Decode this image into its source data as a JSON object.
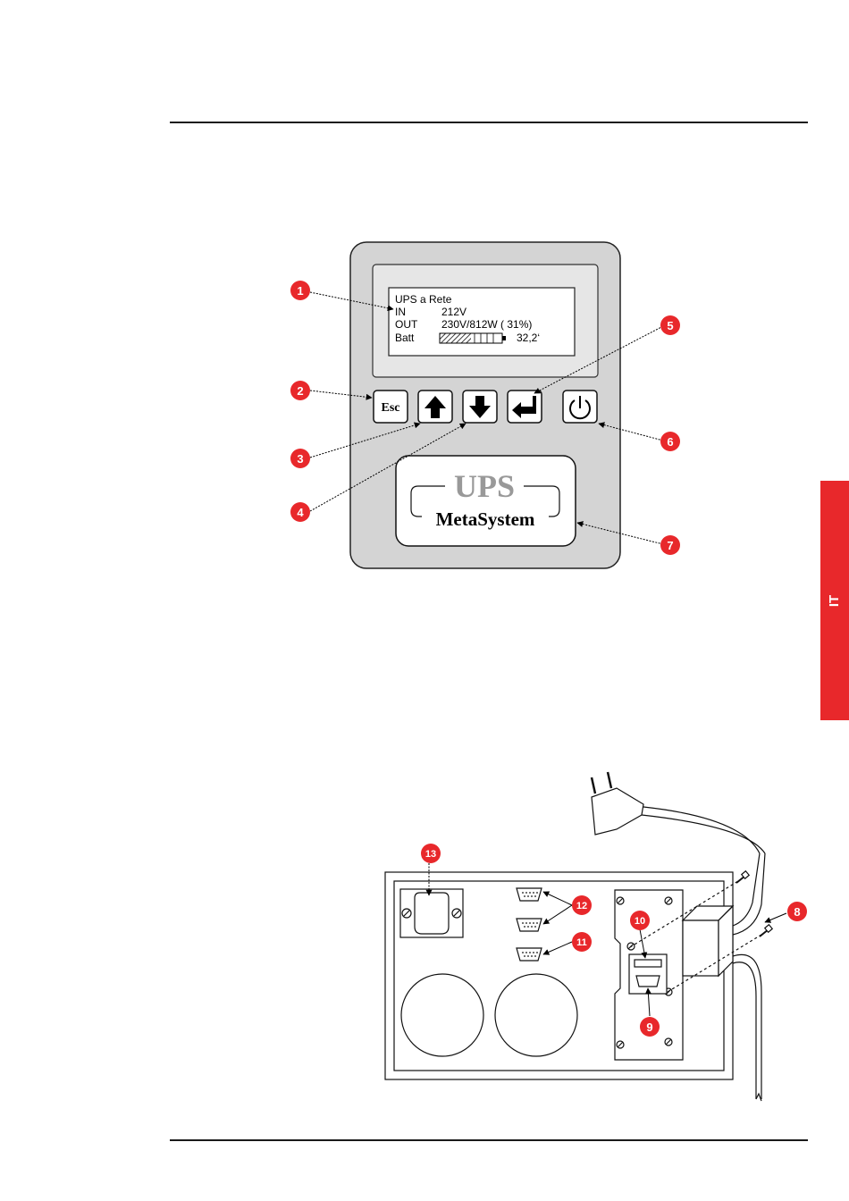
{
  "side_tab": {
    "label": "IT"
  },
  "panel": {
    "display": {
      "line1": "UPS a Rete",
      "line2_label": "IN",
      "line2_value": "212V",
      "line3_label": "OUT",
      "line3_value": "230V/812W ( 31%)",
      "line4_label": "Batt",
      "line4_value": "32,2‘",
      "battery_fill": 0.5
    },
    "buttons": {
      "esc": "Esc"
    },
    "logo": {
      "ups": "UPS",
      "brand": "MetaSystem"
    }
  },
  "callouts": {
    "c1": "1",
    "c2": "2",
    "c3": "3",
    "c4": "4",
    "c5": "5",
    "c6": "6",
    "c7": "7",
    "c8": "8",
    "c9": "9",
    "c10": "10",
    "c11": "11",
    "c12": "12",
    "c13": "13"
  },
  "colors": {
    "accent": "#e8282b",
    "panel": "#d4d4d4",
    "lcd": "#e6e6e6"
  }
}
